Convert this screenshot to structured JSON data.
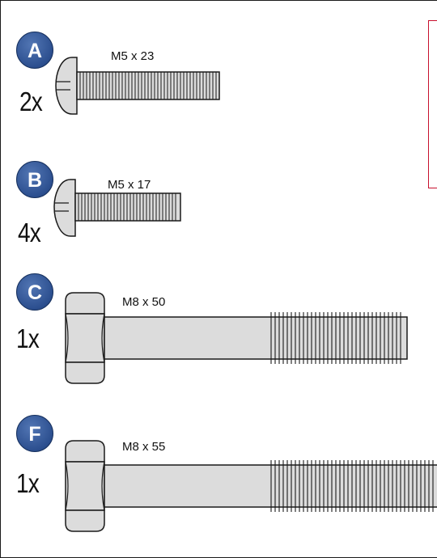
{
  "parts": [
    {
      "letter": "A",
      "quantity": "2x",
      "size": "M5 x 23"
    },
    {
      "letter": "B",
      "quantity": "4x",
      "size": "M5 x 17"
    },
    {
      "letter": "C",
      "quantity": "1x",
      "size": "M8 x 50"
    },
    {
      "letter": "F",
      "quantity": "1x",
      "size": "M8 x 55"
    }
  ],
  "colors": {
    "badge": "#2c4f8f",
    "metal": "#dcdcdc",
    "outline": "#1a1a1a",
    "note_border": "#c8102e"
  }
}
